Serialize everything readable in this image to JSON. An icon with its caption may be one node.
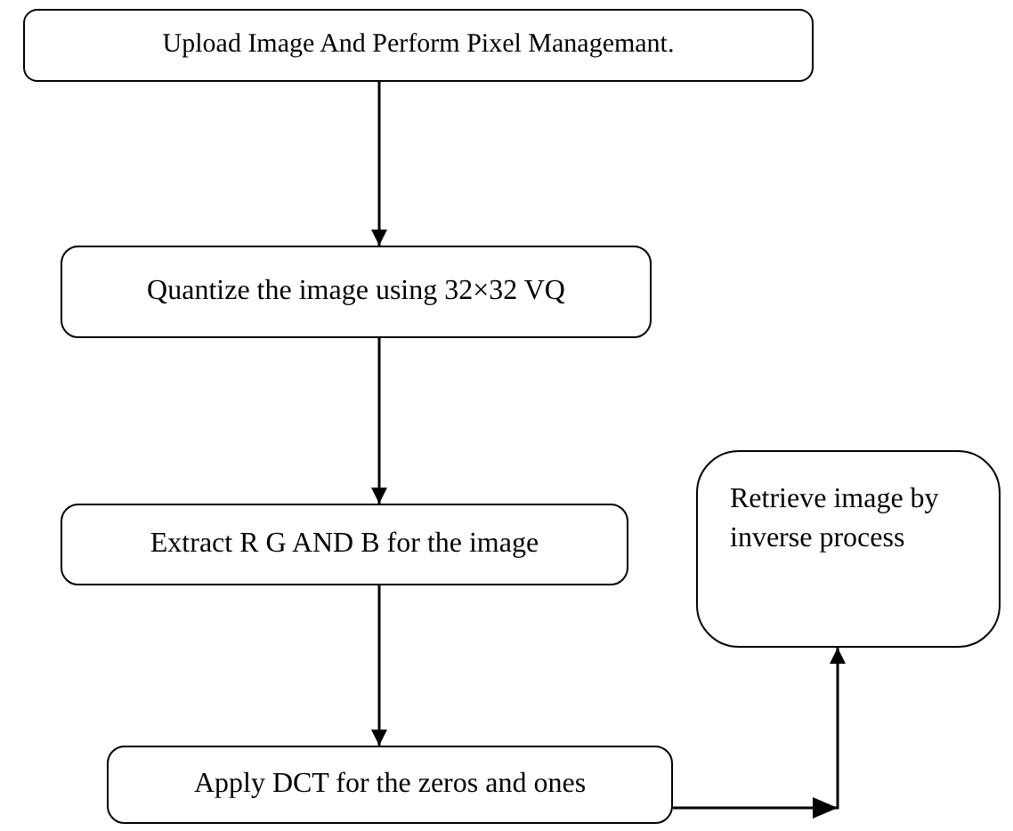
{
  "diagram": {
    "nodes": [
      {
        "text": [
          "Upload Image And Perform Pixel Managemant."
        ]
      },
      {
        "text": [
          "Quantize the image using 32×32 VQ"
        ]
      },
      {
        "text": [
          "Extract R G AND B for the image"
        ]
      },
      {
        "text": [
          "Apply DCT for the zeros and ones"
        ]
      },
      {
        "text": [
          "Retrieve image by inverse process"
        ]
      }
    ],
    "edges": [
      {
        "from": 0,
        "to": 1,
        "arrow": "to"
      },
      {
        "from": 1,
        "to": 2,
        "arrow": "to"
      },
      {
        "from": 2,
        "to": 3,
        "arrow": "to"
      },
      {
        "from": 3,
        "to": 4,
        "arrow": "to"
      }
    ]
  }
}
